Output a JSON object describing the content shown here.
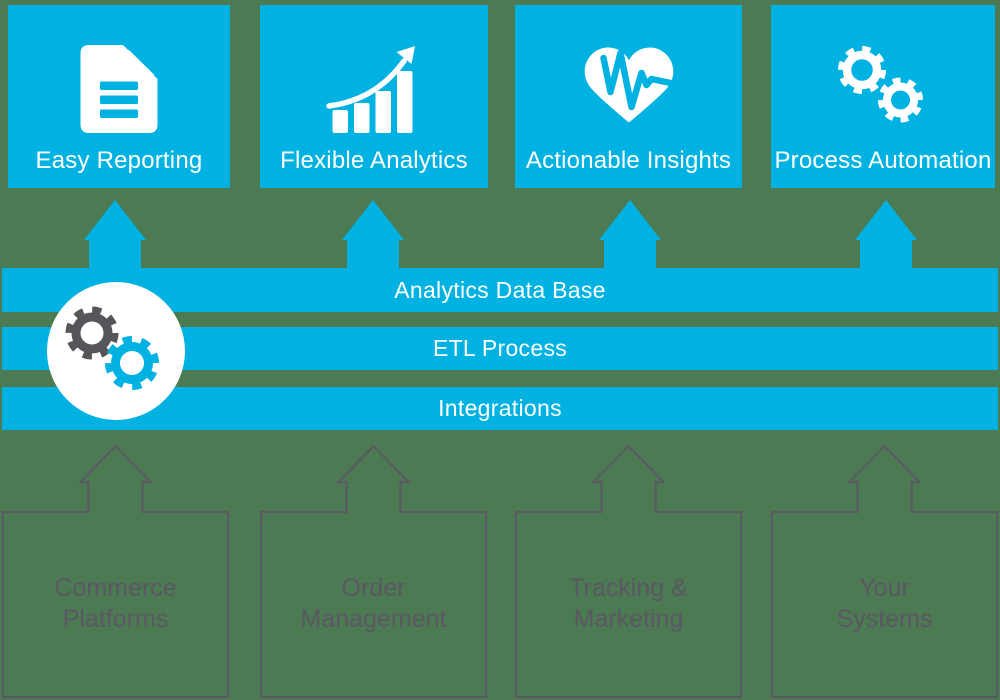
{
  "colors": {
    "background_green": "#4b7a53",
    "accent_cyan": "#00b2e2",
    "white": "#ffffff",
    "outline_gray": "#5b5763",
    "gear_dark_gray": "#55565a"
  },
  "top_boxes": [
    {
      "label": "Easy Reporting",
      "icon": "document-icon"
    },
    {
      "label": "Flexible Analytics",
      "icon": "growth-chart-icon"
    },
    {
      "label": "Actionable Insights",
      "icon": "heart-pulse-icon"
    },
    {
      "label": "Process Automation",
      "icon": "gears-icon"
    }
  ],
  "layers": [
    {
      "label": "Analytics Data Base"
    },
    {
      "label": "ETL Process"
    },
    {
      "label": "Integrations"
    }
  ],
  "hub": {
    "icon": "dual-gears-icon"
  },
  "bottom_boxes": [
    {
      "label": "Commerce Platforms",
      "lines": [
        "Commerce",
        "Platforms"
      ]
    },
    {
      "label": "Order Management",
      "lines": [
        "Order",
        "Management"
      ]
    },
    {
      "label": "Tracking & Marketing",
      "lines": [
        "Tracking &",
        "Marketing"
      ]
    },
    {
      "label": "Your Systems",
      "lines": [
        "Your",
        "Systems"
      ]
    }
  ]
}
